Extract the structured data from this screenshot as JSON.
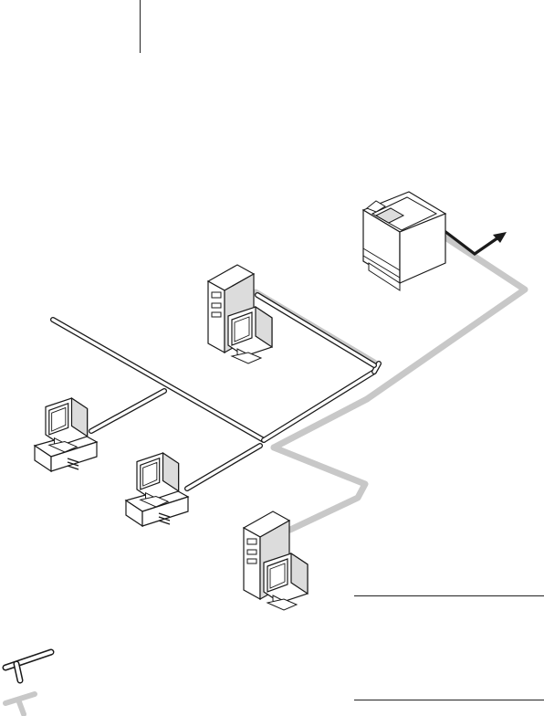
{
  "diagram": {
    "colors": {
      "line": "#1a1a1a",
      "fill": "#ffffff",
      "shade": "#dcdcdc",
      "print_network": "#c8c8c8",
      "ethernet_outline": "#1a1a1a"
    },
    "devices": [
      {
        "kind": "printer-copier",
        "icon": "printer-copier-icon"
      },
      {
        "kind": "server-tower-with-monitor",
        "icon": "server-workstation-icon"
      },
      {
        "kind": "desktop-computer",
        "icon": "desktop-computer-icon"
      },
      {
        "kind": "desktop-computer",
        "icon": "desktop-computer-icon"
      },
      {
        "kind": "server-tower-with-monitor",
        "icon": "server-workstation-icon"
      }
    ],
    "links": [
      {
        "style": "ethernet-double-line"
      },
      {
        "style": "gray-thick-line"
      },
      {
        "style": "black-arrow-output"
      }
    ],
    "legend": [
      {
        "icon": "ethernet-cable-symbol"
      },
      {
        "icon": "print-connection-symbol"
      }
    ]
  }
}
